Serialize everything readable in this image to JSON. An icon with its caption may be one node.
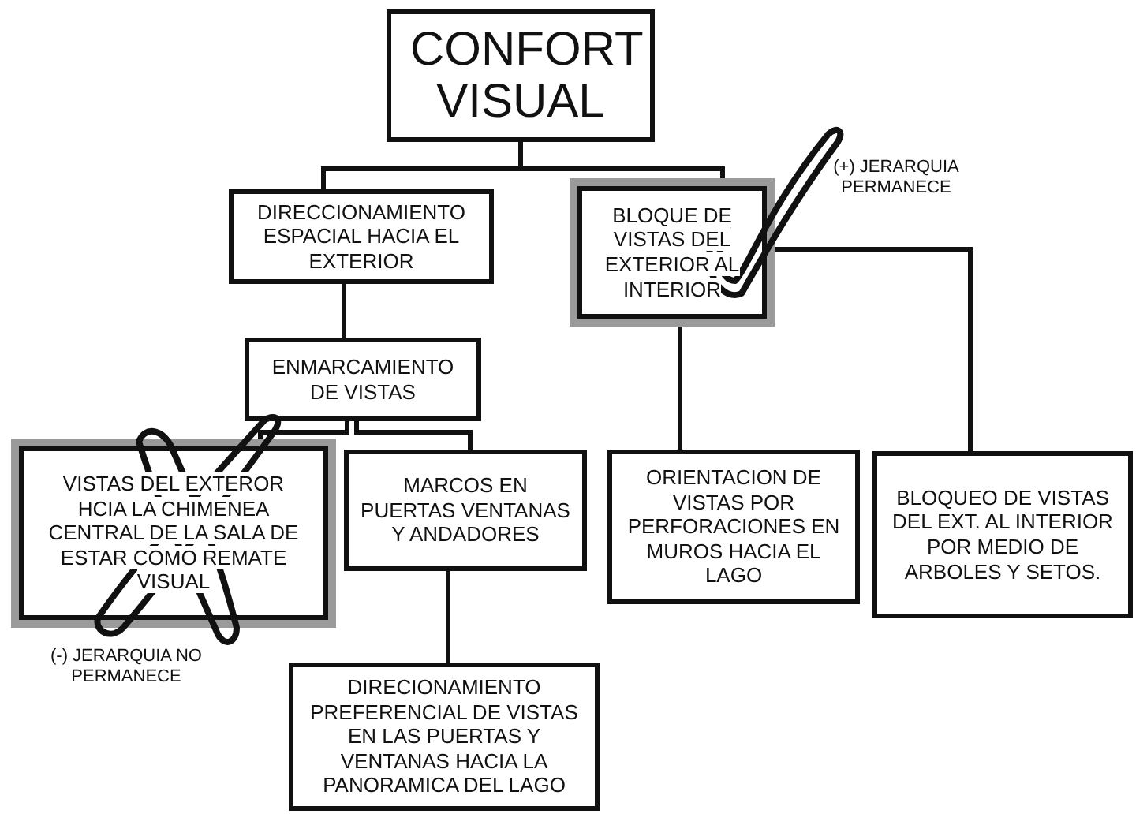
{
  "diagram": {
    "nodes": [
      {
        "text": [
          "CONFORT VISUAL"
        ]
      },
      {
        "text": [
          "DIRECCIONAMIENTO ESPACIAL HACIA EL EXTERIOR"
        ]
      },
      {
        "text": [
          "BLOQUE DE VISTAS DEL EXTERIOR AL INTERIOR"
        ],
        "beside": [
          "(+) JERARQUIA PERMANECE"
        ]
      },
      {
        "text": [
          "ENMARCAMIENTO DE VISTAS"
        ]
      },
      {
        "text": [
          "VISTAS DEL EXTEROR HCIA LA CHIMENEA CENTRAL DE LA SALA DE ESTAR COMO REMATE VISUAL"
        ],
        "beside": [
          "(-) JERARQUIA NO PERMANECE"
        ]
      },
      {
        "text": [
          "MARCOS EN PUERTAS VENTANAS Y ANDADORES"
        ]
      },
      {
        "text": [
          "ORIENTACION DE VISTAS POR PERFORACIONES EN MUROS HACIA EL LAGO"
        ]
      },
      {
        "text": [
          "BLOQUEO DE VISTAS DEL EXT. AL INTERIOR POR MEDIO DE ARBOLES Y SETOS."
        ]
      },
      {
        "text": [
          "DIRECIONAMIENTO PREFERENCIAL DE VISTAS EN LAS PUERTAS Y VENTANAS HACIA LA PANORAMICA DEL LAGO"
        ]
      }
    ],
    "edges": [
      {
        "from": 0,
        "to": 1,
        "arrow": "none"
      },
      {
        "from": 0,
        "to": 2,
        "arrow": "none"
      },
      {
        "from": 1,
        "to": 3,
        "arrow": "none"
      },
      {
        "from": 3,
        "to": 4,
        "arrow": "none"
      },
      {
        "from": 3,
        "to": 5,
        "arrow": "none"
      },
      {
        "from": 5,
        "to": 8,
        "arrow": "none"
      },
      {
        "from": 2,
        "to": 6,
        "arrow": "none"
      },
      {
        "from": 2,
        "to": 7,
        "arrow": "none"
      }
    ]
  }
}
